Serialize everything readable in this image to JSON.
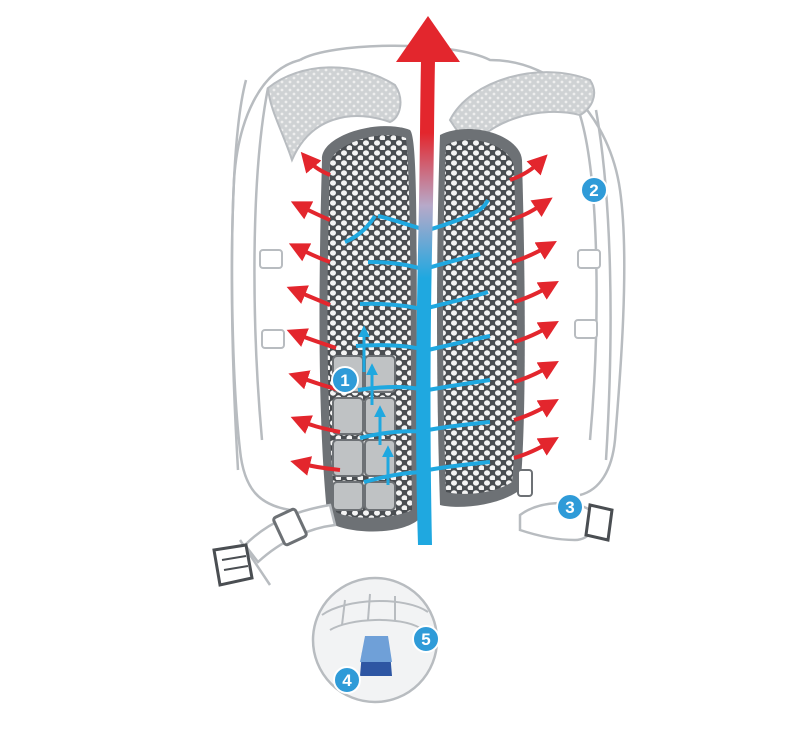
{
  "colors": {
    "outline": "#b8bcc0",
    "mesh_fill": "#d8d8d8",
    "mesh_dark": "#555a5e",
    "hole": "#ffffff",
    "frame_dark": "#6d7175",
    "warm_arrow": "#e3262d",
    "cool_arrow": "#1fa8e0",
    "badge": "#2f9bd8"
  },
  "callouts": [
    {
      "id": "1",
      "label": "1",
      "target": "ventilation-channel-pads"
    },
    {
      "id": "2",
      "label": "2",
      "target": "shoulder-strap"
    },
    {
      "id": "3",
      "label": "3",
      "target": "hip-belt"
    },
    {
      "id": "4",
      "label": "4",
      "target": "spacer-foam-pad"
    },
    {
      "id": "5",
      "label": "5",
      "target": "mesh-layer"
    }
  ],
  "icons": {
    "central_airflow": "up-arrow-gradient-icon",
    "warm_air": "red-curved-arrow-icon",
    "cool_air": "blue-branch-arrow-icon",
    "buckle": "side-release-buckle-icon"
  }
}
